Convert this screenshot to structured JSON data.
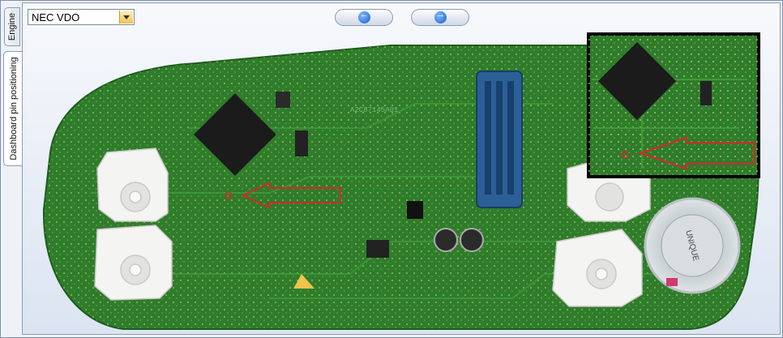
{
  "tabs": [
    {
      "label": "Engine",
      "active": false
    },
    {
      "label": "Dashboard pin positioning",
      "active": true
    }
  ],
  "device_select": {
    "value": "NEC VDO"
  },
  "nav": {
    "back_icon": "arrow-left-icon",
    "forward_icon": "arrow-right-icon"
  },
  "board": {
    "silkscreen": "A2C87145A01",
    "speaker_label": "UNIQUE",
    "colors": {
      "pcb": "#2e7d2b",
      "highlight": "#d62828",
      "connector": "#2b5f96"
    }
  }
}
